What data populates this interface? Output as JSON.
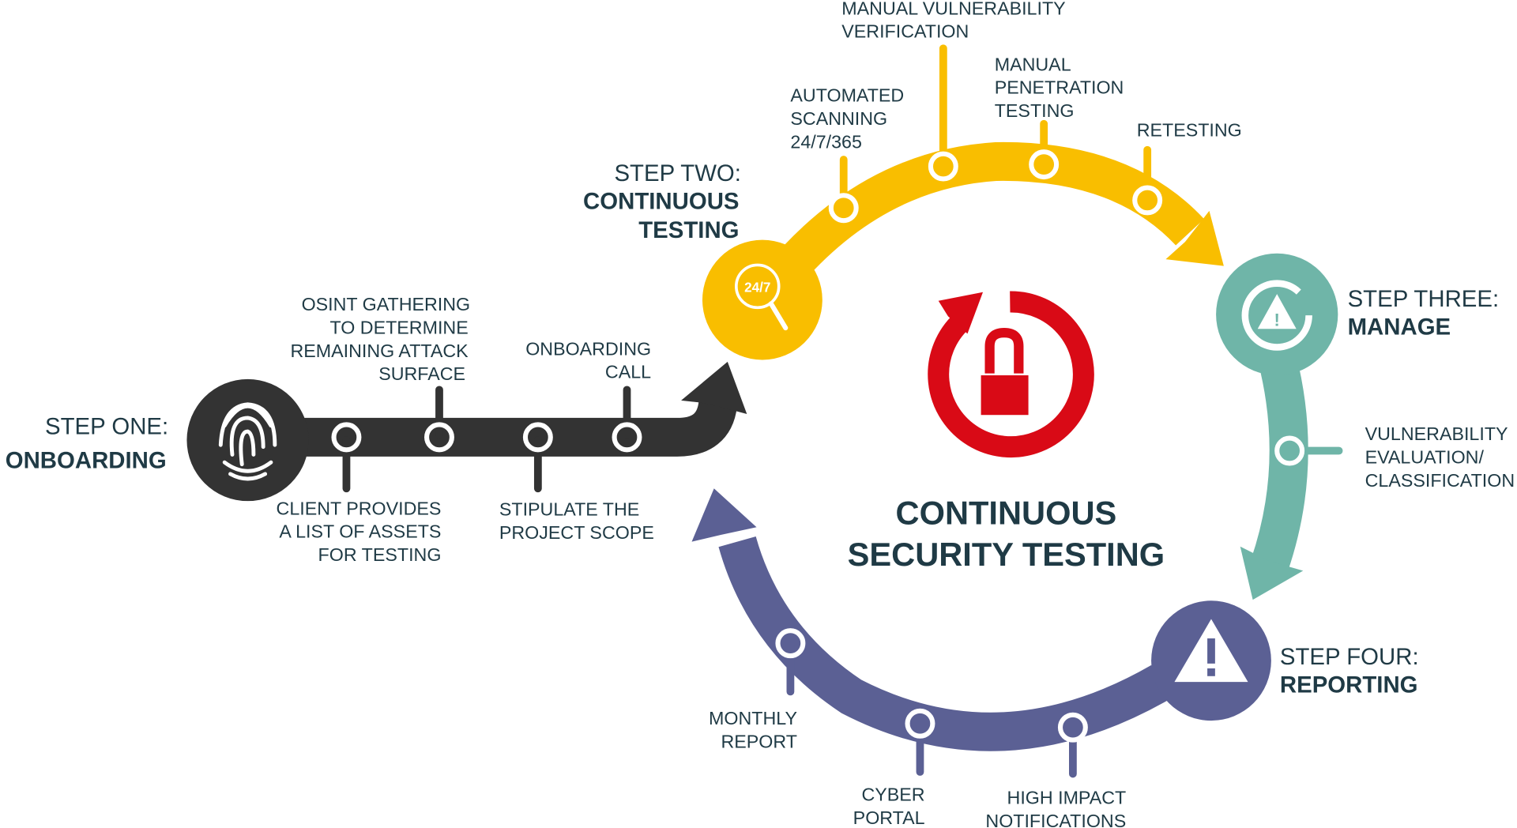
{
  "colors": {
    "onboarding": "#333333",
    "testing": "#F9BE00",
    "manage": "#6FB5A8",
    "reporting": "#5B6094",
    "lock": "#D90A16",
    "text": "#1F3A45"
  },
  "center": {
    "title_line1": "CONTINUOUS",
    "title_line2": "SECURITY TESTING",
    "icon": "lock-cycle-icon"
  },
  "steps": {
    "one": {
      "label": "STEP ONE:",
      "name": "ONBOARDING",
      "icon": "fingerprint-icon"
    },
    "two": {
      "label": "STEP TWO:",
      "name_line1": "CONTINUOUS",
      "name_line2": "TESTING",
      "icon": "magnifier-24-7-icon",
      "icon_text": "24/7"
    },
    "three": {
      "label": "STEP THREE:",
      "name": "MANAGE",
      "icon": "warning-cycle-icon"
    },
    "four": {
      "label": "STEP FOUR:",
      "name": "REPORTING",
      "icon": "warning-icon"
    }
  },
  "milestones": {
    "client_assets": [
      "CLIENT PROVIDES",
      "A LIST OF ASSETS",
      "FOR TESTING"
    ],
    "osint": [
      "OSINT GATHERING",
      "TO DETERMINE",
      "REMAINING ATTACK",
      "SURFACE"
    ],
    "scope": [
      "STIPULATE THE",
      "PROJECT SCOPE"
    ],
    "onboarding_call": [
      "ONBOARDING",
      "CALL"
    ],
    "automated": [
      "AUTOMATED",
      "SCANNING",
      "24/7/365"
    ],
    "manual_vuln": [
      "MANUAL VULNERABILITY",
      "VERIFICATION"
    ],
    "manual_pen": [
      "MANUAL",
      "PENETRATION",
      "TESTING"
    ],
    "retesting": [
      "RETESTING"
    ],
    "vuln_eval": [
      "VULNERABILITY",
      "EVALUATION/",
      "CLASSIFICATION"
    ],
    "monthly": [
      "MONTHLY",
      "REPORT"
    ],
    "portal": [
      "CYBER",
      "PORTAL"
    ],
    "high_impact": [
      "HIGH IMPACT",
      "NOTIFICATIONS"
    ]
  }
}
